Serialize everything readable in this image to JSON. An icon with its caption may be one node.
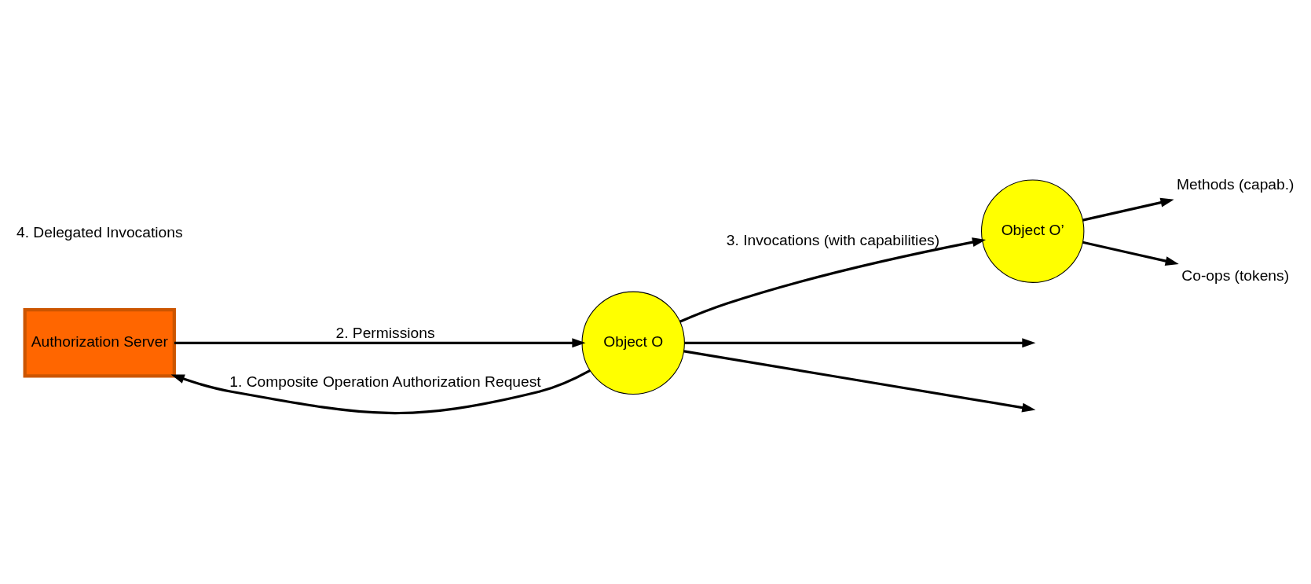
{
  "diagram": {
    "nodes": [
      {
        "text": [
          "Authorization Server"
        ]
      },
      {
        "text": [
          "Object O"
        ]
      },
      {
        "text": [
          "Object O’"
        ]
      },
      {
        "text": [
          "Methods (capab.)"
        ]
      },
      {
        "text": [
          "Co-ops (tokens)"
        ]
      }
    ],
    "edges": [
      {
        "from": 1,
        "to": 0,
        "arrow": "to",
        "label": "1. Composite Operation Authorization Request"
      },
      {
        "from": 0,
        "to": 1,
        "arrow": "to",
        "label": "2. Permissions"
      },
      {
        "from": 1,
        "to": null,
        "arrow": "to"
      },
      {
        "from": 1,
        "to": 2,
        "arrow": "to",
        "label": "3. Invocations (with capabilities)"
      },
      {
        "from": 1,
        "to": null,
        "arrow": "to"
      },
      {
        "from": 2,
        "to": 3,
        "arrow": "to"
      },
      {
        "from": 2,
        "to": 4,
        "arrow": "to"
      }
    ],
    "labels": [
      "4. Delegated Invocations"
    ]
  }
}
